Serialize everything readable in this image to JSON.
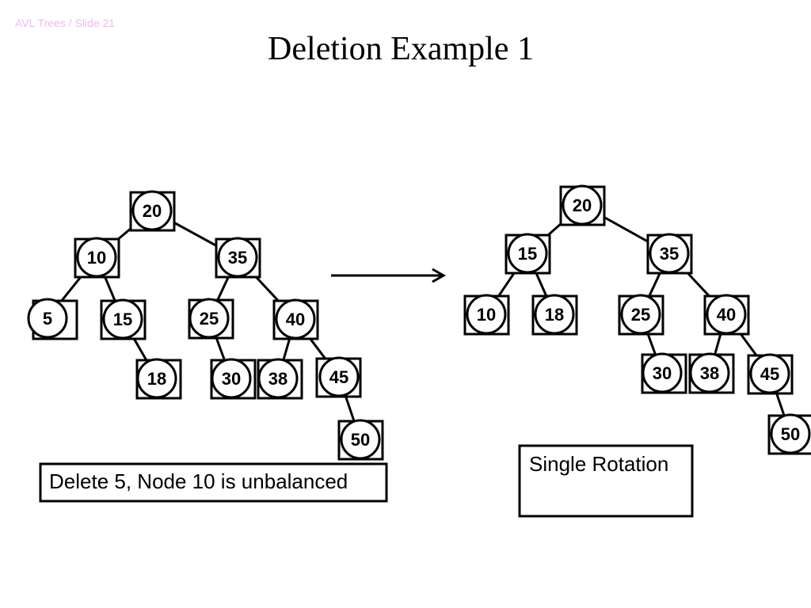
{
  "slide_label": "AVL Trees / Slide 21",
  "title": "Deletion Example 1",
  "colors": {
    "stroke": "#000000",
    "fill": "#ffffff",
    "slide_label": "#f2b8ee"
  },
  "trees": [
    {
      "name": "before",
      "nodes": [
        {
          "id": "20",
          "label": "20"
        },
        {
          "id": "10",
          "label": "10"
        },
        {
          "id": "35",
          "label": "35"
        },
        {
          "id": "5",
          "label": "5"
        },
        {
          "id": "15",
          "label": "15"
        },
        {
          "id": "25",
          "label": "25"
        },
        {
          "id": "40",
          "label": "40"
        },
        {
          "id": "18",
          "label": "18"
        },
        {
          "id": "30",
          "label": "30"
        },
        {
          "id": "38",
          "label": "38"
        },
        {
          "id": "45",
          "label": "45"
        },
        {
          "id": "50",
          "label": "50"
        }
      ],
      "edges": [
        [
          "20",
          "10"
        ],
        [
          "20",
          "35"
        ],
        [
          "10",
          "5"
        ],
        [
          "10",
          "15"
        ],
        [
          "15",
          "18"
        ],
        [
          "35",
          "25"
        ],
        [
          "35",
          "40"
        ],
        [
          "25",
          "30"
        ],
        [
          "40",
          "38"
        ],
        [
          "40",
          "45"
        ],
        [
          "45",
          "50"
        ]
      ]
    },
    {
      "name": "after",
      "nodes": [
        {
          "id": "20",
          "label": "20"
        },
        {
          "id": "15",
          "label": "15"
        },
        {
          "id": "35",
          "label": "35"
        },
        {
          "id": "10",
          "label": "10"
        },
        {
          "id": "18",
          "label": "18"
        },
        {
          "id": "25",
          "label": "25"
        },
        {
          "id": "40",
          "label": "40"
        },
        {
          "id": "30",
          "label": "30"
        },
        {
          "id": "38",
          "label": "38"
        },
        {
          "id": "45",
          "label": "45"
        },
        {
          "id": "50",
          "label": "50"
        }
      ],
      "edges": [
        [
          "20",
          "15"
        ],
        [
          "20",
          "35"
        ],
        [
          "15",
          "10"
        ],
        [
          "15",
          "18"
        ],
        [
          "35",
          "25"
        ],
        [
          "35",
          "40"
        ],
        [
          "25",
          "30"
        ],
        [
          "40",
          "38"
        ],
        [
          "40",
          "45"
        ],
        [
          "45",
          "50"
        ]
      ]
    }
  ],
  "captions": {
    "left": "Delete 5, Node 10 is unbalanced",
    "right": "Single Rotation"
  }
}
